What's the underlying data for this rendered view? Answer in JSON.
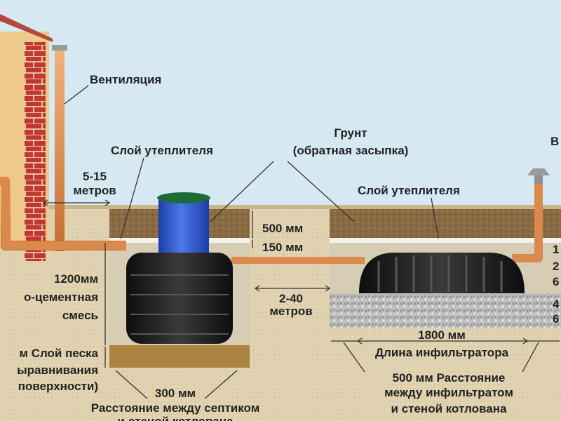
{
  "labels": {
    "ventilation": "Вентиляция",
    "ventilation_right": "В",
    "insulation_left": "Слой утеплителя",
    "insulation_right": "Слой утеплителя",
    "soil_line1": "Грунт",
    "soil_line2": "(обратная засыпка)",
    "distance_house_value": "5-15",
    "distance_house_unit": "метров",
    "depth_500": "500 мм",
    "depth_150": "150 мм",
    "depth_1200": "1200мм",
    "mix_line1": "о-цементная",
    "mix_line2": "смесь",
    "distance_between_value": "2-40",
    "distance_between_unit": "метров",
    "sand_line1": "м Слой песка",
    "sand_line2": "ыравнивания",
    "sand_line3": "поверхности)",
    "gap_300": "300 мм",
    "gap_300_desc_line1": "Расстояние между септиком",
    "gap_300_desc_line2": "и стеной котлована",
    "length_1800": "1800 мм",
    "infiltrator_length": "Длина инфильтратора",
    "gap_500_line1": "500 мм Расстояние",
    "gap_500_line2": "между инфильтратом",
    "gap_500_line3": "и стеной котлована",
    "right_edge_1": "1",
    "right_edge_2": "2",
    "right_edge_3": "6",
    "right_edge_4": "4",
    "right_edge_5": "6"
  },
  "colors": {
    "sky": "#d6e9f3",
    "ground": "#e4d3ad",
    "topsoil": "#8a6a42",
    "brick": "#c0392b",
    "pipe": "#d98a4c",
    "septic": "#1c1c1c",
    "lid": "#2b56c8",
    "gravel": "#b9b9b9",
    "insulation": "#f2f2ee",
    "sand": "#a9833f"
  }
}
